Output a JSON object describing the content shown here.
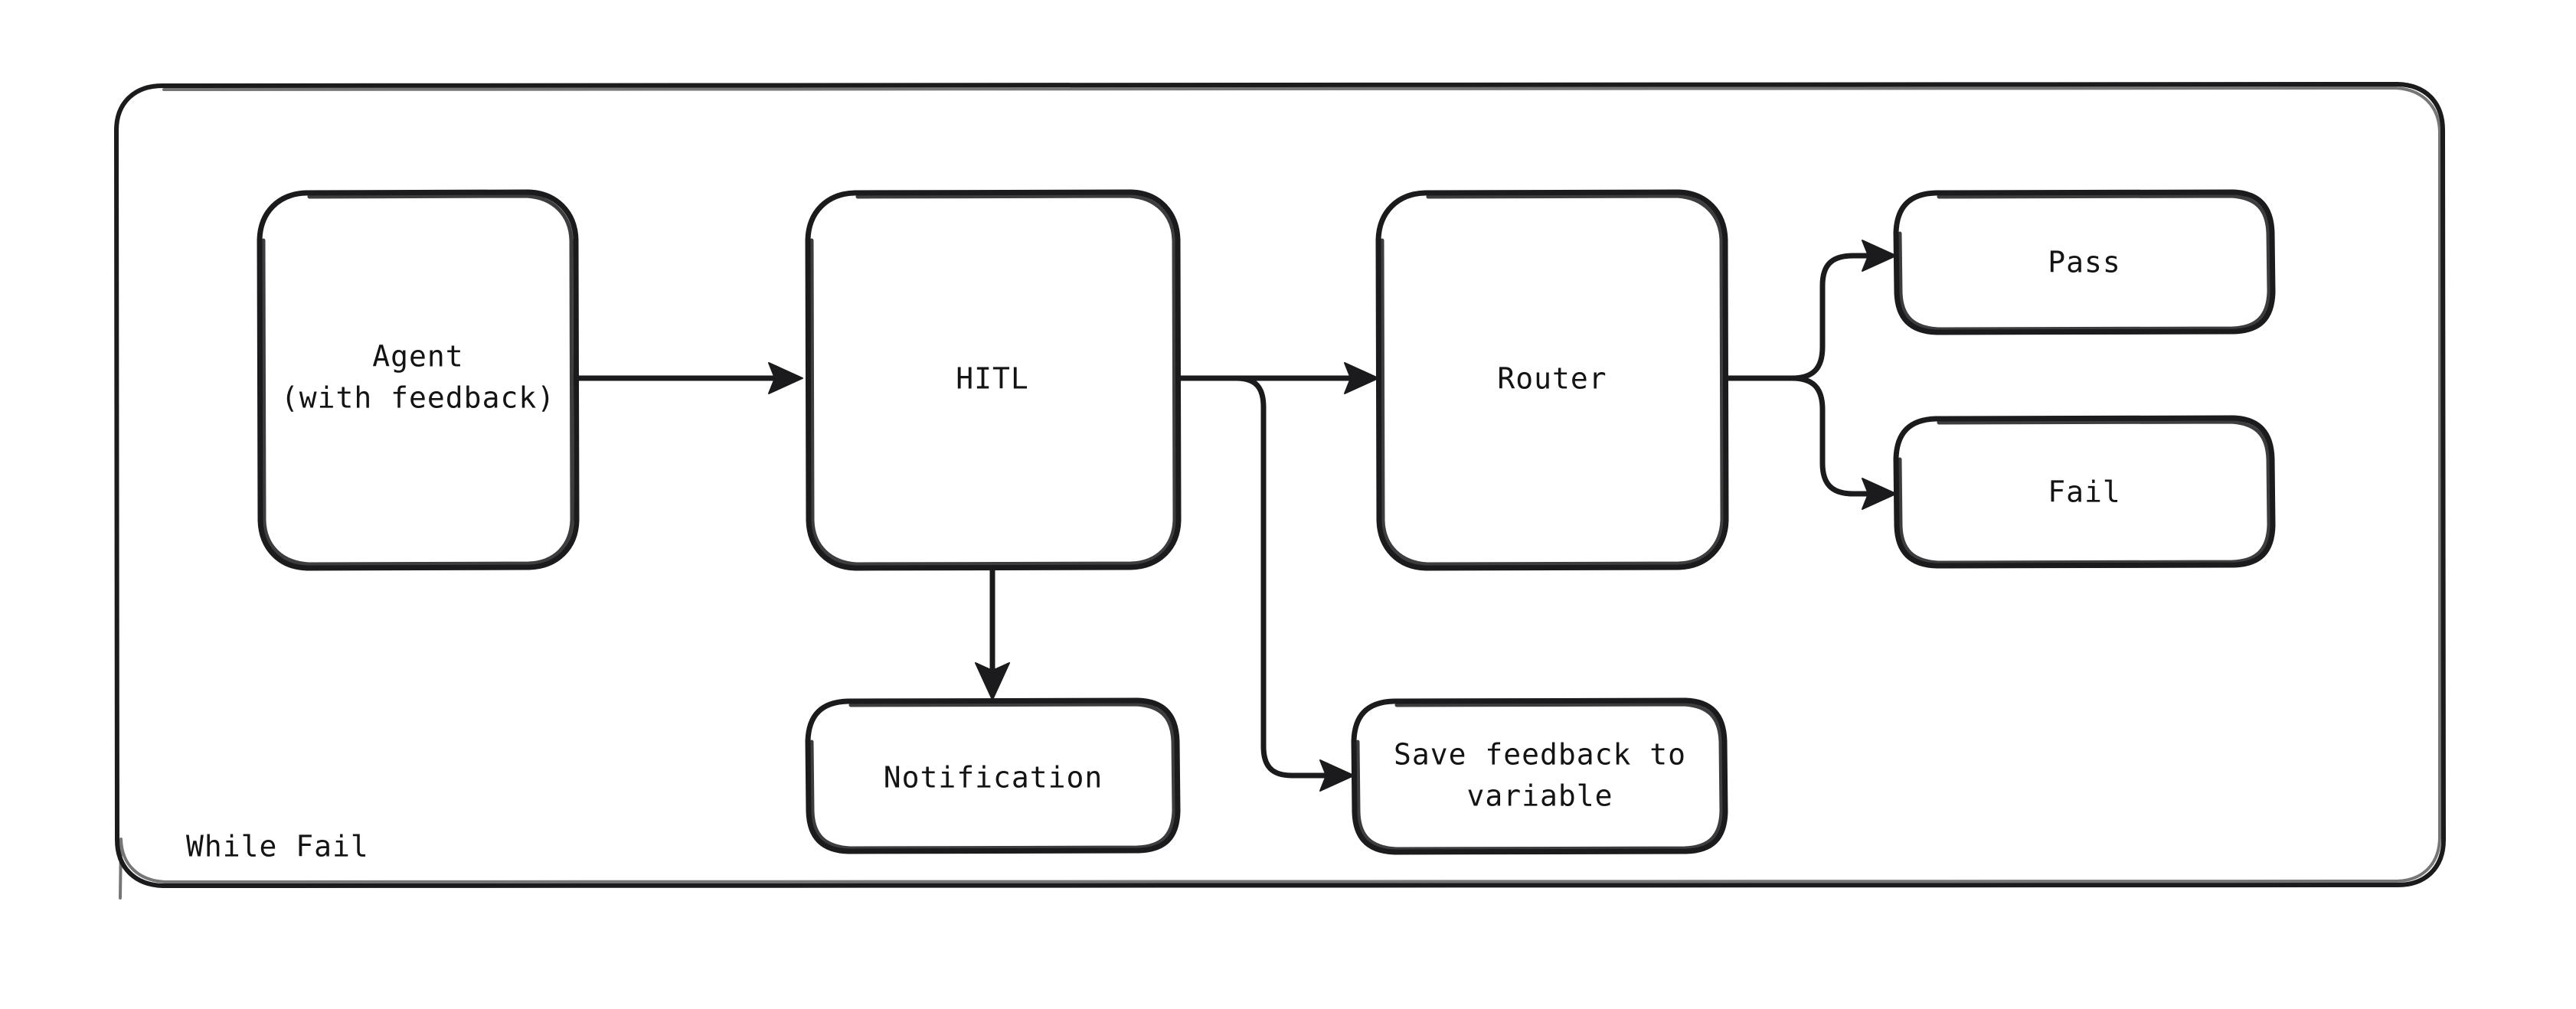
{
  "diagram": {
    "type": "flowchart",
    "direction": "left-to-right",
    "background_color": "#ffffff",
    "stroke_color": "#1b1b1d",
    "text_color": "#141416",
    "style": "hand-drawn",
    "cluster": {
      "id": "while-fail",
      "label": "While Fail"
    },
    "nodes": [
      {
        "id": "agent",
        "line1": "Agent",
        "line2": "(with feedback)"
      },
      {
        "id": "hitl",
        "line1": "HITL",
        "line2": ""
      },
      {
        "id": "router",
        "line1": "Router",
        "line2": ""
      },
      {
        "id": "pass",
        "line1": "Pass",
        "line2": ""
      },
      {
        "id": "fail",
        "line1": "Fail",
        "line2": ""
      },
      {
        "id": "notification",
        "line1": "Notification",
        "line2": ""
      },
      {
        "id": "save-feedback",
        "line1": "Save feedback to",
        "line2": "variable"
      }
    ],
    "edges": [
      {
        "from": "agent",
        "to": "hitl",
        "label": ""
      },
      {
        "from": "hitl",
        "to": "router",
        "label": ""
      },
      {
        "from": "hitl",
        "to": "notification",
        "label": ""
      },
      {
        "from": "hitl",
        "to": "save-feedback",
        "label": ""
      },
      {
        "from": "router",
        "to": "pass",
        "label": ""
      },
      {
        "from": "router",
        "to": "fail",
        "label": ""
      }
    ]
  }
}
